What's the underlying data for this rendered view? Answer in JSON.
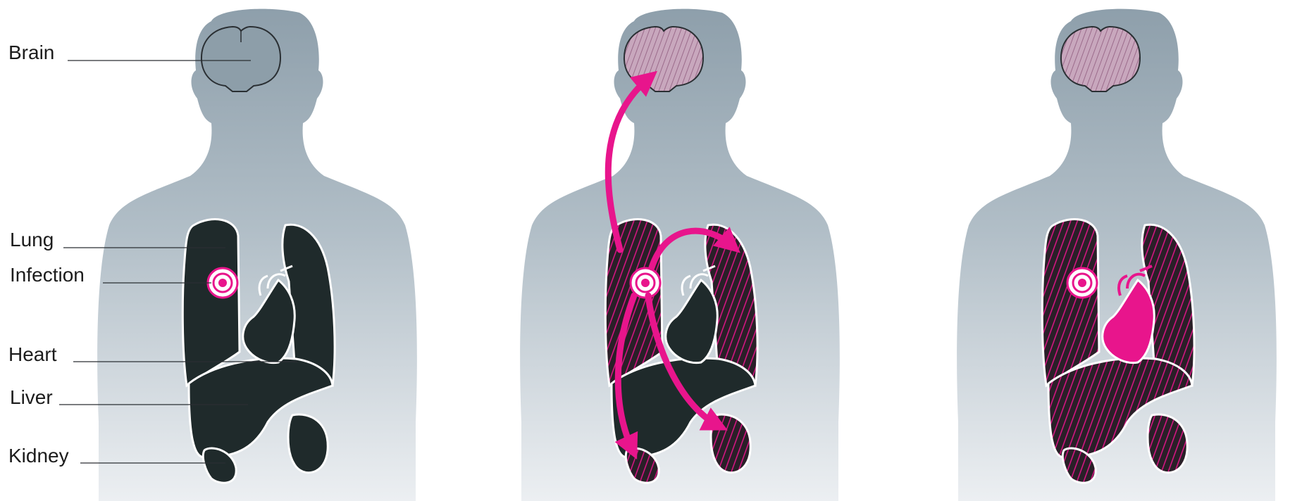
{
  "labels": {
    "brain": "Brain",
    "lung": "Lung",
    "infection": "Infection",
    "heart": "Heart",
    "liver": "Liver",
    "kidney": "Kidney"
  },
  "panels": [
    {
      "id": "panel-1",
      "affected": [],
      "arrows": false
    },
    {
      "id": "panel-2",
      "affected": [
        "brain",
        "lungs",
        "kidneys"
      ],
      "arrows": true
    },
    {
      "id": "panel-3",
      "affected": [
        "brain",
        "lungs",
        "heart",
        "liver",
        "kidneys"
      ],
      "arrows": false
    }
  ],
  "colors": {
    "silhouette_top": "#93a4b0",
    "silhouette_bottom": "#e6eaee",
    "organ_dark": "#1f2a2b",
    "affected_dark": "#3b2233",
    "accent": "#e8158c",
    "label_text": "#1c1c1c"
  }
}
